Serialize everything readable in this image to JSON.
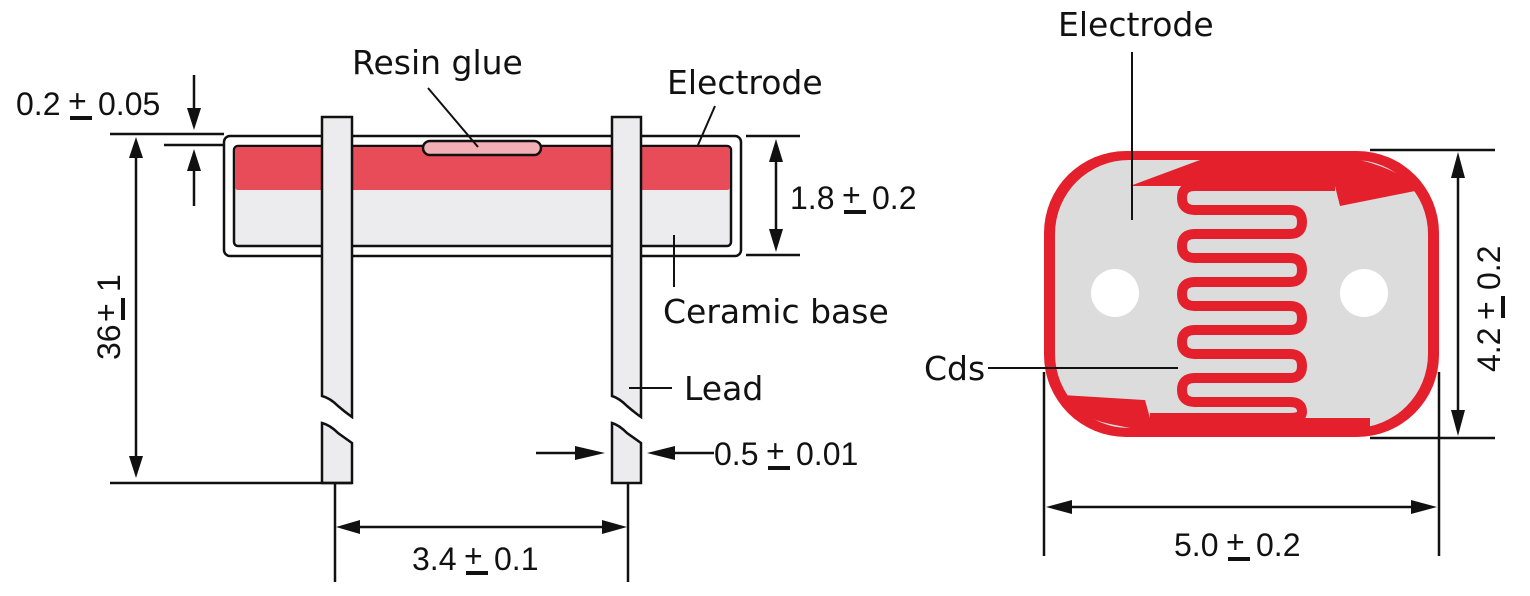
{
  "side_view": {
    "labels": {
      "resin_glue": "Resin glue",
      "electrode": "Electrode",
      "ceramic_base": "Ceramic base",
      "lead": "Lead"
    },
    "dimensions": {
      "coating_thickness": {
        "value": "0.2",
        "tol": "0.05"
      },
      "body_height": {
        "value": "1.8",
        "tol": "0.2"
      },
      "lead_length": {
        "value": "36",
        "tol": "1"
      },
      "lead_width": {
        "value": "0.5",
        "tol": "0.01"
      },
      "lead_pitch": {
        "value": "3.4",
        "tol": "0.1"
      }
    }
  },
  "top_view": {
    "labels": {
      "electrode": "Electrode",
      "cds": "Cds"
    },
    "dimensions": {
      "height": {
        "value": "4.2",
        "tol": "0.2"
      },
      "width": {
        "value": "5.0",
        "tol": "0.2"
      }
    }
  },
  "colors": {
    "electrode_red": "#e84c58",
    "track_red": "#e3202b",
    "ceramic_gray": "#ececef",
    "resin_pink": "#f2b0b5",
    "outline": "#111111"
  }
}
